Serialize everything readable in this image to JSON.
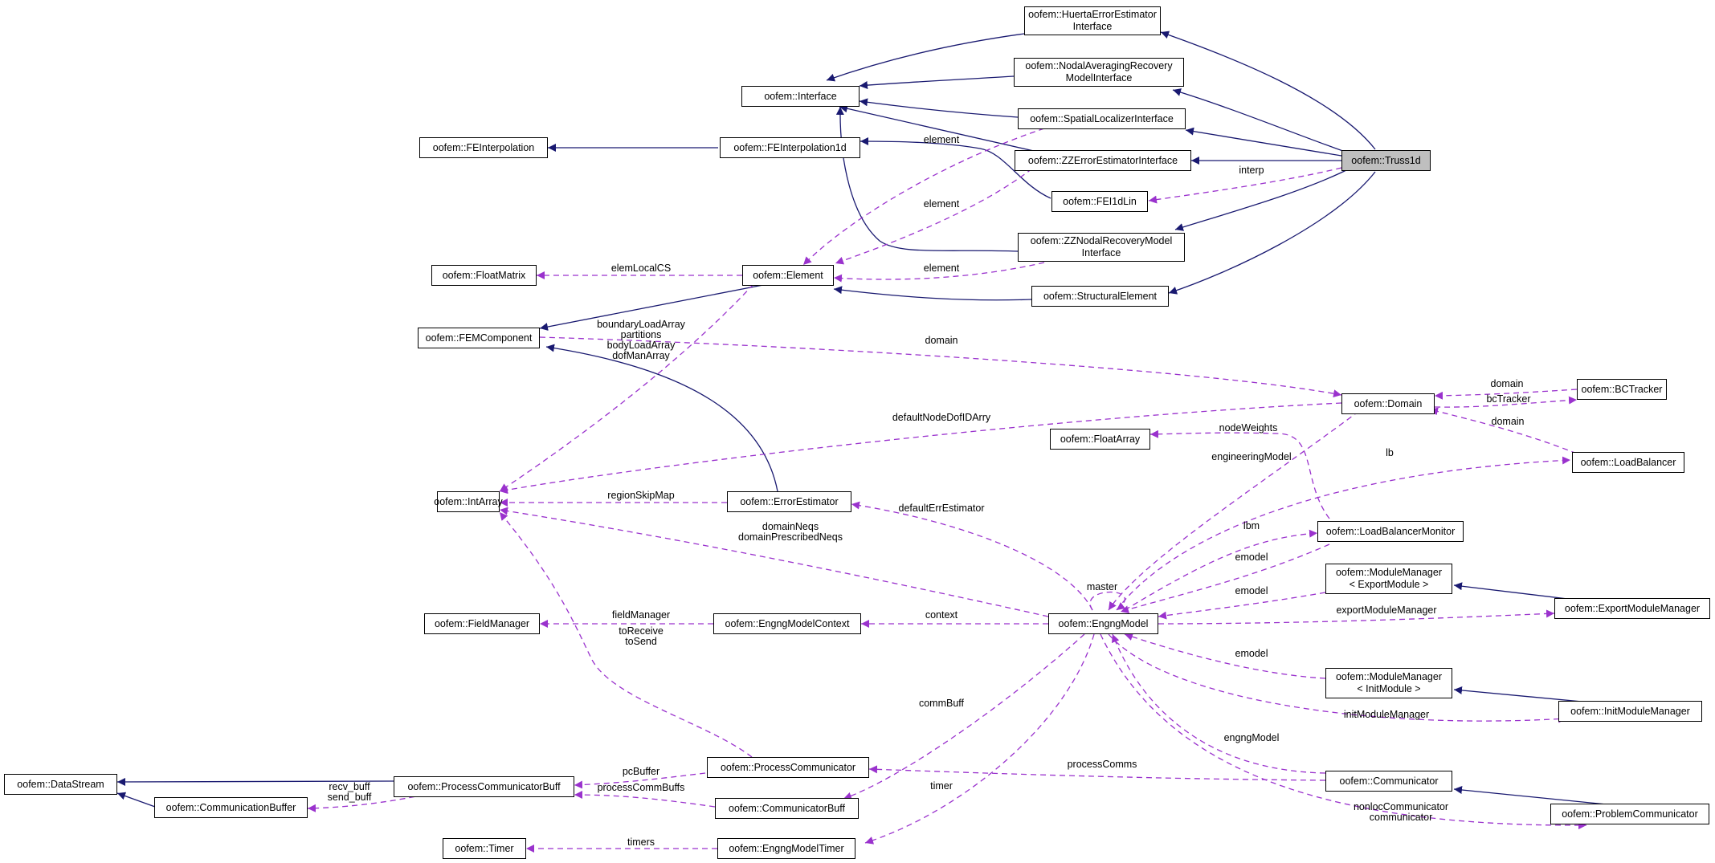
{
  "colors": {
    "inheritance": "#191970",
    "usage": "#9a32cd",
    "focus_fill": "#bfbfbf"
  },
  "nodes": {
    "huerta": {
      "lines": [
        "oofem::HuertaErrorEstimator",
        "Interface"
      ]
    },
    "nodalavg": {
      "lines": [
        "oofem::NodalAveragingRecovery",
        "ModelInterface"
      ]
    },
    "interface": {
      "lines": [
        "oofem::Interface"
      ]
    },
    "spatial": {
      "lines": [
        "oofem::SpatialLocalizerInterface"
      ]
    },
    "feinterp": {
      "lines": [
        "oofem::FEInterpolation"
      ]
    },
    "feinterp1d": {
      "lines": [
        "oofem::FEInterpolation1d"
      ]
    },
    "zzerr": {
      "lines": [
        "oofem::ZZErrorEstimatorInterface"
      ]
    },
    "truss1d": {
      "lines": [
        "oofem::Truss1d"
      ]
    },
    "fei1dlin": {
      "lines": [
        "oofem::FEI1dLin"
      ]
    },
    "floatmatrix": {
      "lines": [
        "oofem::FloatMatrix"
      ]
    },
    "element": {
      "lines": [
        "oofem::Element"
      ]
    },
    "zznodal": {
      "lines": [
        "oofem::ZZNodalRecoveryModel",
        "Interface"
      ]
    },
    "structural": {
      "lines": [
        "oofem::StructuralElement"
      ]
    },
    "femcomp": {
      "lines": [
        "oofem::FEMComponent"
      ]
    },
    "domain": {
      "lines": [
        "oofem::Domain"
      ]
    },
    "bctracker": {
      "lines": [
        "oofem::BCTracker"
      ]
    },
    "floatarray": {
      "lines": [
        "oofem::FloatArray"
      ]
    },
    "loadbalancer": {
      "lines": [
        "oofem::LoadBalancer"
      ]
    },
    "intarray": {
      "lines": [
        "oofem::IntArray"
      ]
    },
    "errest": {
      "lines": [
        "oofem::ErrorEstimator"
      ]
    },
    "lbmonitor": {
      "lines": [
        "oofem::LoadBalancerMonitor"
      ]
    },
    "mmexport": {
      "lines": [
        "oofem::ModuleManager",
        "< ExportModule >"
      ]
    },
    "exportmm": {
      "lines": [
        "oofem::ExportModuleManager"
      ]
    },
    "fieldmgr": {
      "lines": [
        "oofem::FieldManager"
      ]
    },
    "engctx": {
      "lines": [
        "oofem::EngngModelContext"
      ]
    },
    "engngmodel": {
      "lines": [
        "oofem::EngngModel"
      ]
    },
    "mminit": {
      "lines": [
        "oofem::ModuleManager",
        "< InitModule >"
      ]
    },
    "initmm": {
      "lines": [
        "oofem::InitModuleManager"
      ]
    },
    "datastream": {
      "lines": [
        "oofem::DataStream"
      ]
    },
    "pcbuff": {
      "lines": [
        "oofem::ProcessCommunicatorBuff"
      ]
    },
    "proccomm": {
      "lines": [
        "oofem::ProcessCommunicator"
      ]
    },
    "communicator": {
      "lines": [
        "oofem::Communicator"
      ]
    },
    "commbuffer": {
      "lines": [
        "oofem::CommunicationBuffer"
      ]
    },
    "commbuff": {
      "lines": [
        "oofem::CommunicatorBuff"
      ]
    },
    "problemcomm": {
      "lines": [
        "oofem::ProblemCommunicator"
      ]
    },
    "timer": {
      "lines": [
        "oofem::Timer"
      ]
    },
    "engtimer": {
      "lines": [
        "oofem::EngngModelTimer"
      ]
    }
  },
  "edge_labels": {
    "element1": [
      "element"
    ],
    "element2": [
      "element"
    ],
    "element3": [
      "element"
    ],
    "interp": [
      "interp"
    ],
    "elemLocalCS": [
      "elemLocalCS"
    ],
    "femcomp_arrays": [
      "boundaryLoadArray",
      "partitions",
      "bodyLoadArray",
      "dofManArray"
    ],
    "domain": [
      "domain"
    ],
    "bc_domain": [
      "domain"
    ],
    "bcTracker": [
      "bcTracker"
    ],
    "defaultNodeDofIDArry": [
      "defaultNodeDofIDArry"
    ],
    "nodeWeights": [
      "nodeWeights"
    ],
    "lb_domain": [
      "domain"
    ],
    "engineeringModel": [
      "engineeringModel"
    ],
    "lb": [
      "lb"
    ],
    "regionSkipMap": [
      "regionSkipMap"
    ],
    "defaultErrEstimator": [
      "defaultErrEstimator"
    ],
    "domainNeqs": [
      "domainNeqs",
      "domainPrescribedNeqs"
    ],
    "lbm": [
      "lbm"
    ],
    "emodel1": [
      "emodel"
    ],
    "master": [
      "master"
    ],
    "emodel2": [
      "emodel"
    ],
    "fieldManager": [
      "fieldManager"
    ],
    "context": [
      "context"
    ],
    "exportModuleManager": [
      "exportModuleManager"
    ],
    "toReceive": [
      "toReceive",
      "toSend"
    ],
    "emodel3": [
      "emodel"
    ],
    "commBuff": [
      "commBuff"
    ],
    "initModuleManager": [
      "initModuleManager"
    ],
    "engngModel": [
      "engngModel"
    ],
    "recv_buff": [
      "recv_buff",
      "send_buff"
    ],
    "pcBuffer": [
      "pcBuffer"
    ],
    "processComms": [
      "processComms"
    ],
    "processCommBuffs": [
      "processCommBuffs"
    ],
    "timer": [
      "timer"
    ],
    "nonlocCommunicator": [
      "nonlocCommunicator",
      "communicator"
    ],
    "timers": [
      "timers"
    ]
  }
}
